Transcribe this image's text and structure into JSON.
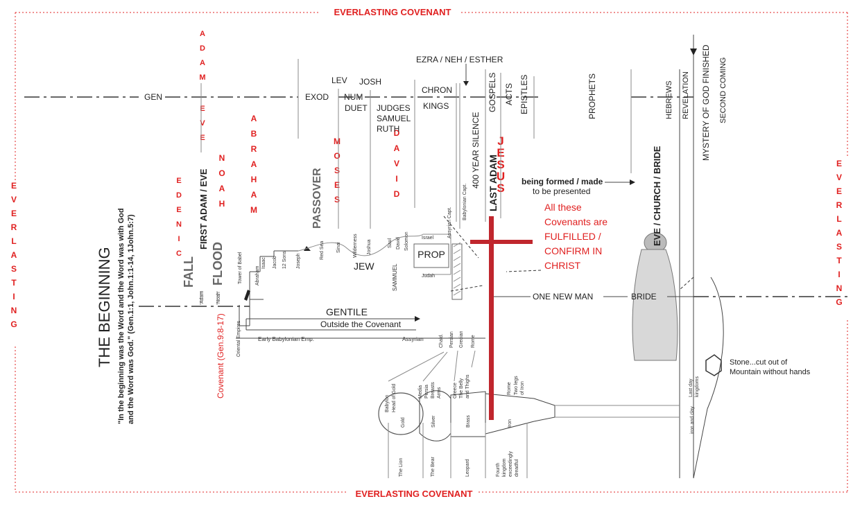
{
  "border": {
    "top_label": "EVERLASTING COVENANT",
    "bottom_label": "EVERLASTING COVENANT",
    "left_label": "EVERLASTING",
    "right_label": "EVERLASTING"
  },
  "timeline_labels": {
    "gen": "GEN",
    "exod": "EXOD",
    "lev": "LEV",
    "num": "NUM",
    "duet": "DUET",
    "josh": "JOSH",
    "judges": "JUDGES",
    "samuel": "SAMUEL",
    "ruth": "RUTH",
    "chron": "CHRON",
    "kings": "KINGS",
    "ezra": "EZRA / NEH / ESTHER",
    "silence": "400 YEAR SILENCE",
    "gospels": "GOSPELS",
    "acts": "ACTS",
    "epistles": "EPISTLES",
    "prophets": "PROPHETS",
    "hebrews": "HEBREWS",
    "revelation": "REVELATION",
    "mystery": "MYSTERY OF GOD FINISHED",
    "second_coming": "SECOND COMING"
  },
  "red_names": {
    "adam": "ADAM",
    "eve": "EVE",
    "edenic": "EDENIC",
    "noah": "NOAH",
    "abraham": "ABRAHAM",
    "moses": "MOSES",
    "david": "DAVID",
    "jesus": "JESUS",
    "everlasting": "EVERLASTING"
  },
  "main_labels": {
    "the_beginning": "THE BEGINNING",
    "beginning_quote_1": "\"In the beginning was the Word and the Word was with God",
    "beginning_quote_2": "and the Word was God.\" (Gen.1:1, John.1:1-14, 1John.5:7)",
    "fall": "FALL",
    "first_adam": "FIRST ADAM / EVE",
    "flood": "FLOOD",
    "covenant_gen": "Covenant (Gen.9:8-17)",
    "passover": "PASSOVER",
    "last_adam": "LAST ADAM",
    "being_formed": "being formed / made",
    "to_be_presented": "to be presented",
    "fulfilled_1": "All these",
    "fulfilled_2": "Covenants are",
    "fulfilled_3": "FULFILLED /",
    "fulfilled_4": "CONFIRM IN",
    "fulfilled_5": "CHRIST",
    "jew": "JEW",
    "prop": "PROP",
    "gentile": "GENTILE",
    "outside_covenant": "Outside the Covenant",
    "one_new_man": "ONE NEW MAN",
    "bride": "BRIDE",
    "eve_church_bride": "EVE / CHURCH / BRIDE",
    "stone_1": "Stone...cut out of",
    "stone_2": "Mountain without hands"
  },
  "small_labels": {
    "adam": "Adam",
    "noah": "Noah",
    "tower": "Tower of Babel",
    "abraham": "Abraham",
    "isaac": "Isaac",
    "jacob": "Jacob",
    "sons": "12 Sons",
    "joseph": "Joseph",
    "red_sea": "Red Sea",
    "sinai": "Sinai",
    "wilderness": "Wilderness",
    "joshua": "Joshua",
    "saul": "Saul",
    "david": "David",
    "solomon": "Solomon",
    "israel": "Israel",
    "assyrian_capt": "Assyrian Capt.",
    "babylonian_capt": "Babylonian Capt.",
    "judah": "Judah",
    "sammuel": "SAMMUEL",
    "oriental": "Oriental Empires",
    "early_babylonian": "Early Babylonian Emp.",
    "assyrian": "Assyrian",
    "chald": "Chald.",
    "persian": "Persian",
    "grecian": "Grecian",
    "rome": "Rome",
    "babylon": "Babylon",
    "head_gold": "Head of Gold",
    "media": "Media",
    "persia": "Persia",
    "breasts": "Breasts",
    "arms": "Arms",
    "greece": "Greece",
    "belly": "The Belly",
    "thighs": "and Thighs",
    "rome2": "Rome",
    "two_legs": "Two legs",
    "of_iron": "of Iron",
    "gold": "Gold",
    "silver": "Silver",
    "brass": "Brass",
    "iron": "Iron",
    "lion": "The Lion",
    "bear": "The Bear",
    "leopard": "Leopard",
    "fourth": "Fourth",
    "kingdom": "kingdom",
    "exceedingly": "exceedingly",
    "dreadful": "dreadful",
    "last_day": "Last day",
    "kingdoms": "kingdoms",
    "iron_clay": "iron and clay"
  },
  "colors": {
    "accent_red": "#e02020",
    "cross": "#c0262d",
    "ink": "#222222"
  }
}
